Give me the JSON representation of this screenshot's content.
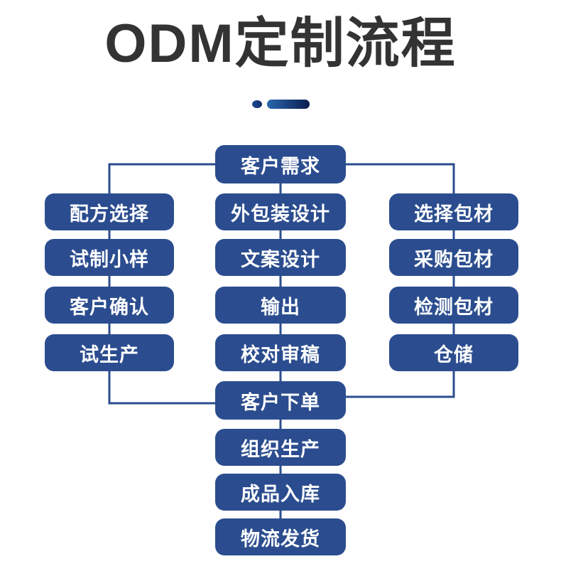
{
  "header": {
    "title": "ODM定制流程",
    "title_color": "#333333",
    "divider": {
      "gradient_from": "#2a68b0",
      "gradient_to": "#0b1d4e"
    }
  },
  "flow": {
    "box_color": "#2b4d8f",
    "line_color": "#2b4d8f",
    "text_color": "#ffffff",
    "start": {
      "label": "客户需求"
    },
    "columns": [
      {
        "name": "formula",
        "items": [
          "配方选择",
          "试制小样",
          "客户确认",
          "试生产"
        ]
      },
      {
        "name": "packaging-design",
        "items": [
          "外包装设计",
          "文案设计",
          "输出",
          "校对审稿"
        ]
      },
      {
        "name": "materials",
        "items": [
          "选择包材",
          "采购包材",
          "检测包材",
          "仓储"
        ]
      }
    ],
    "merge": {
      "label": "客户下单"
    },
    "tail": [
      "组织生产",
      "成品入库",
      "物流发货"
    ],
    "edges": [
      "客户需求→配方选择",
      "客户需求→外包装设计",
      "客户需求→选择包材",
      "配方选择→试制小样→客户确认→试生产",
      "外包装设计→文案设计→输出→校对审稿",
      "选择包材→采购包材→检测包材→仓储",
      "试生产→客户下单",
      "校对审稿→客户下单",
      "仓储→客户下单",
      "客户下单→组织生产→成品入库→物流发货"
    ]
  }
}
